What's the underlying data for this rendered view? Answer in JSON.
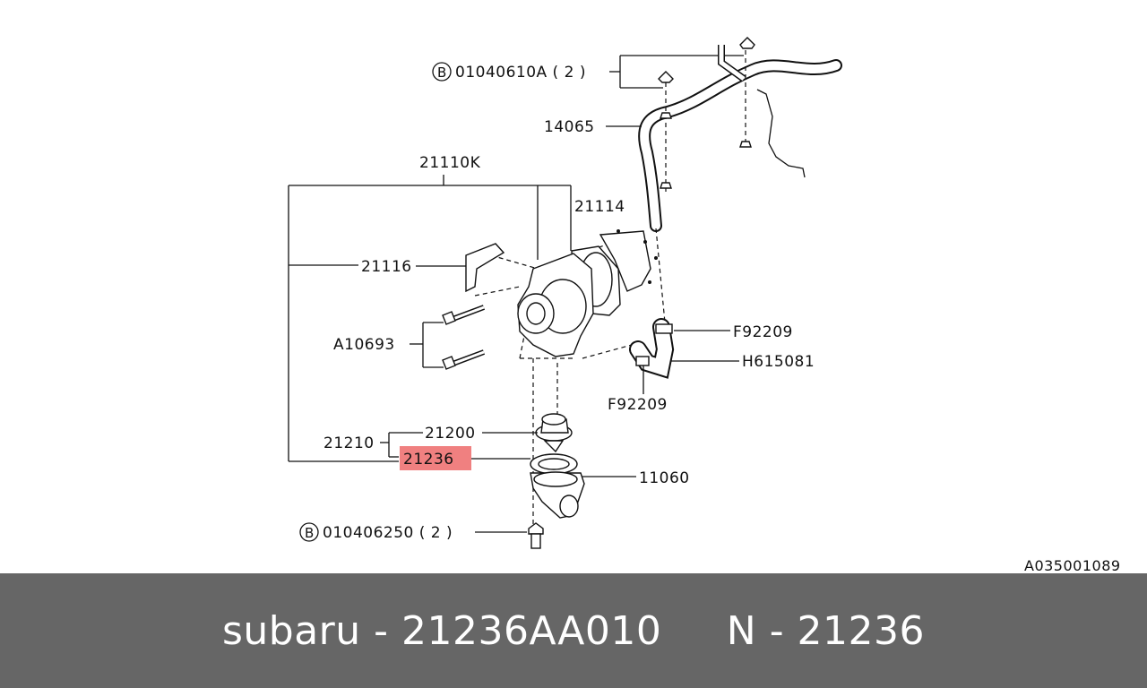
{
  "diagram": {
    "labels": {
      "bolt_top": "01040610A ( 2 )",
      "hose": "14065",
      "assembly": "21110K",
      "gasket_pump": "21114",
      "cover": "21116",
      "bolt_pump": "A10693",
      "clamp_upper": "F92209",
      "hose_small": "H615081",
      "clamp_lower": "F92209",
      "thermostat": "21200",
      "thermostat_group": "21210",
      "thermostat_gasket": "21236",
      "thermostat_case": "11060",
      "bolt_bottom": "010406250 ( 2 )",
      "drawing_code": "A035001089",
      "bolt_marker": "B"
    },
    "highlight_color": "#f08080"
  },
  "footer": {
    "text": "subaru - 21236AA010     N - 21236"
  }
}
